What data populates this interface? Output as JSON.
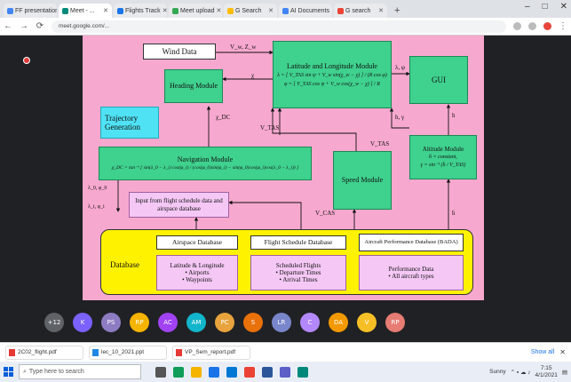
{
  "browser": {
    "tabs": [
      {
        "title": "FF presentation",
        "color": "#4285f4",
        "active": false
      },
      {
        "title": "Meet - ...",
        "color": "#00897b",
        "active": true
      },
      {
        "title": "Flights Track",
        "color": "#1a73e8",
        "active": false
      },
      {
        "title": "Meet upload",
        "color": "#34a853",
        "active": false
      },
      {
        "title": "G Search",
        "color": "#fbbc04",
        "active": false
      },
      {
        "title": "AI Documents",
        "color": "#4285f4",
        "active": false
      },
      {
        "title": "G search",
        "color": "#ea4335",
        "active": false
      }
    ],
    "new_tab_label": "+",
    "window_controls": [
      "–",
      "□",
      "✕"
    ],
    "url": "meet.google.com/...",
    "nav": {
      "back": "←",
      "forward": "→",
      "reload": "⟳"
    }
  },
  "slide": {
    "wind_data": "Wind Data",
    "wind_out_label": "V_w, Z_w",
    "latlong_title": "Latitude and Longitude Module",
    "latlong_eq1": "λ = [ V_TAS sin ψ + V_w sin(χ_w − χ) ] / (R cos φ)",
    "latlong_eq2": "φ = [ V_TAS cos ψ + V_w cos(χ_w − χ) ] / R",
    "latlong_out_label": "λ, φ",
    "heading_module": "Heading Module",
    "chi_label": "χ",
    "chi_dc_label": "χ_DC",
    "gui": "GUI",
    "h_gamma_label": "h, γ",
    "h_label": "h",
    "trajectory_generation": "Trajectory Generation",
    "vtas_label": "V_TAS",
    "nav_title": "Navigation Module",
    "nav_eq": "χ_DC = tan⁻¹ [ sin(λ_0 − λ_i) cos(φ_i) / (cos(φ_0)sin(φ_i) − sin(φ_0)cos(φ_i)cos(λ_0 − λ_i)) ]",
    "speed_module": "Speed Module",
    "alt_title": "Altitude Module",
    "alt_eq1": "ḣ = constant,",
    "alt_eq2": "γ = sin⁻¹ (ḣ / V_TAS)",
    "lambda_phi_in": "λ_0, φ_0",
    "lambda_phi_i": "λ_i, φ_i",
    "input_box": "Input from flight schedule data and airspace database",
    "vcas_label": "V_CAS",
    "hdot_label": "ḣ",
    "database_label": "Database",
    "airspace_db": "Airspace Database",
    "flight_schedule_db": "Flight Schedule Database",
    "aircraft_perf_db": "Aircraft Performance Database (BADA)",
    "latlong_panel": {
      "title": "Latitude & Longitude",
      "items": [
        "Airports",
        "Waypoints"
      ]
    },
    "flights_panel": {
      "title": "Scheduled Flights",
      "items": [
        "Departure Times",
        "Arrival Times"
      ]
    },
    "perf_panel": {
      "title": "Performance Data",
      "items": [
        "All aircraft types"
      ]
    }
  },
  "participants": [
    {
      "initials": "+12",
      "color": "#5f6368"
    },
    {
      "initials": "K",
      "color": "#7b61ff"
    },
    {
      "initials": "PS",
      "color": "#8e7cc3"
    },
    {
      "initials": "RP",
      "color": "#f4b400"
    },
    {
      "initials": "AC",
      "color": "#a142f4"
    },
    {
      "initials": "AM",
      "color": "#12b5cb"
    },
    {
      "initials": "PC",
      "color": "#e8a33d"
    },
    {
      "initials": "S",
      "color": "#e8710a"
    },
    {
      "initials": "LR",
      "color": "#7986cb"
    },
    {
      "initials": "C",
      "color": "#b388ff"
    },
    {
      "initials": "DA",
      "color": "#f29900"
    },
    {
      "initials": "V",
      "color": "#f6bf26"
    },
    {
      "initials": "RP",
      "color": "#e67c73"
    }
  ],
  "downloads": {
    "items": [
      "2C02_flight.pdf",
      "lec_10_2021.ppt",
      "VP_Sem_report.pdf"
    ],
    "show_all": "Show all",
    "close": "✕"
  },
  "taskbar": {
    "search_placeholder": "Type here to search",
    "icons": [
      "task-view",
      "edge",
      "file-explorer",
      "store",
      "mail",
      "chrome",
      "word",
      "teams",
      "meet"
    ],
    "tray_text": "Sunny",
    "time": "7:15",
    "date": "4/1/2021"
  }
}
